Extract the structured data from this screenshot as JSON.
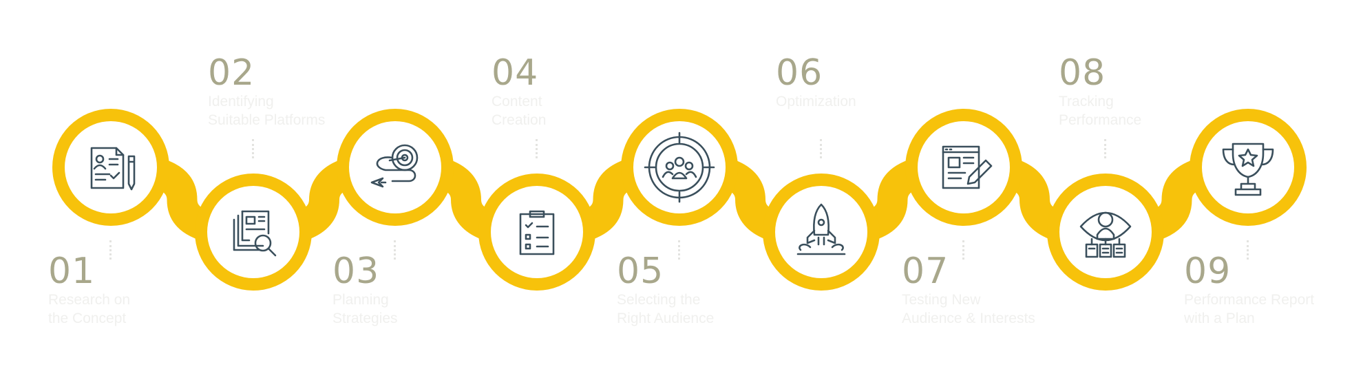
{
  "colors": {
    "ring": "#f7c20b",
    "icon": "#3a4f5c",
    "number": "#a8a78b",
    "label": "#f0f0ee",
    "connector": "#e3e3e0"
  },
  "steps": [
    {
      "number": "01",
      "lines": [
        "Research on",
        "the Concept"
      ],
      "icon": "resume-document-icon"
    },
    {
      "number": "02",
      "lines": [
        "Identifying",
        "Suitable Platforms"
      ],
      "icon": "document-search-icon"
    },
    {
      "number": "03",
      "lines": [
        "Planning",
        "Strategies"
      ],
      "icon": "target-strategy-icon"
    },
    {
      "number": "04",
      "lines": [
        "Content",
        "Creation"
      ],
      "icon": "clipboard-checklist-icon"
    },
    {
      "number": "05",
      "lines": [
        "Selecting the",
        "Right Audience"
      ],
      "icon": "audience-target-icon"
    },
    {
      "number": "06",
      "lines": [
        "Optimization"
      ],
      "icon": "rocket-launch-icon"
    },
    {
      "number": "07",
      "lines": [
        "Testing New",
        "Audience & Interests"
      ],
      "icon": "document-edit-icon"
    },
    {
      "number": "08",
      "lines": [
        "Tracking",
        "Performance"
      ],
      "icon": "person-network-icon"
    },
    {
      "number": "09",
      "lines": [
        "Performance Report",
        "with a Plan"
      ],
      "icon": "trophy-star-icon"
    }
  ]
}
